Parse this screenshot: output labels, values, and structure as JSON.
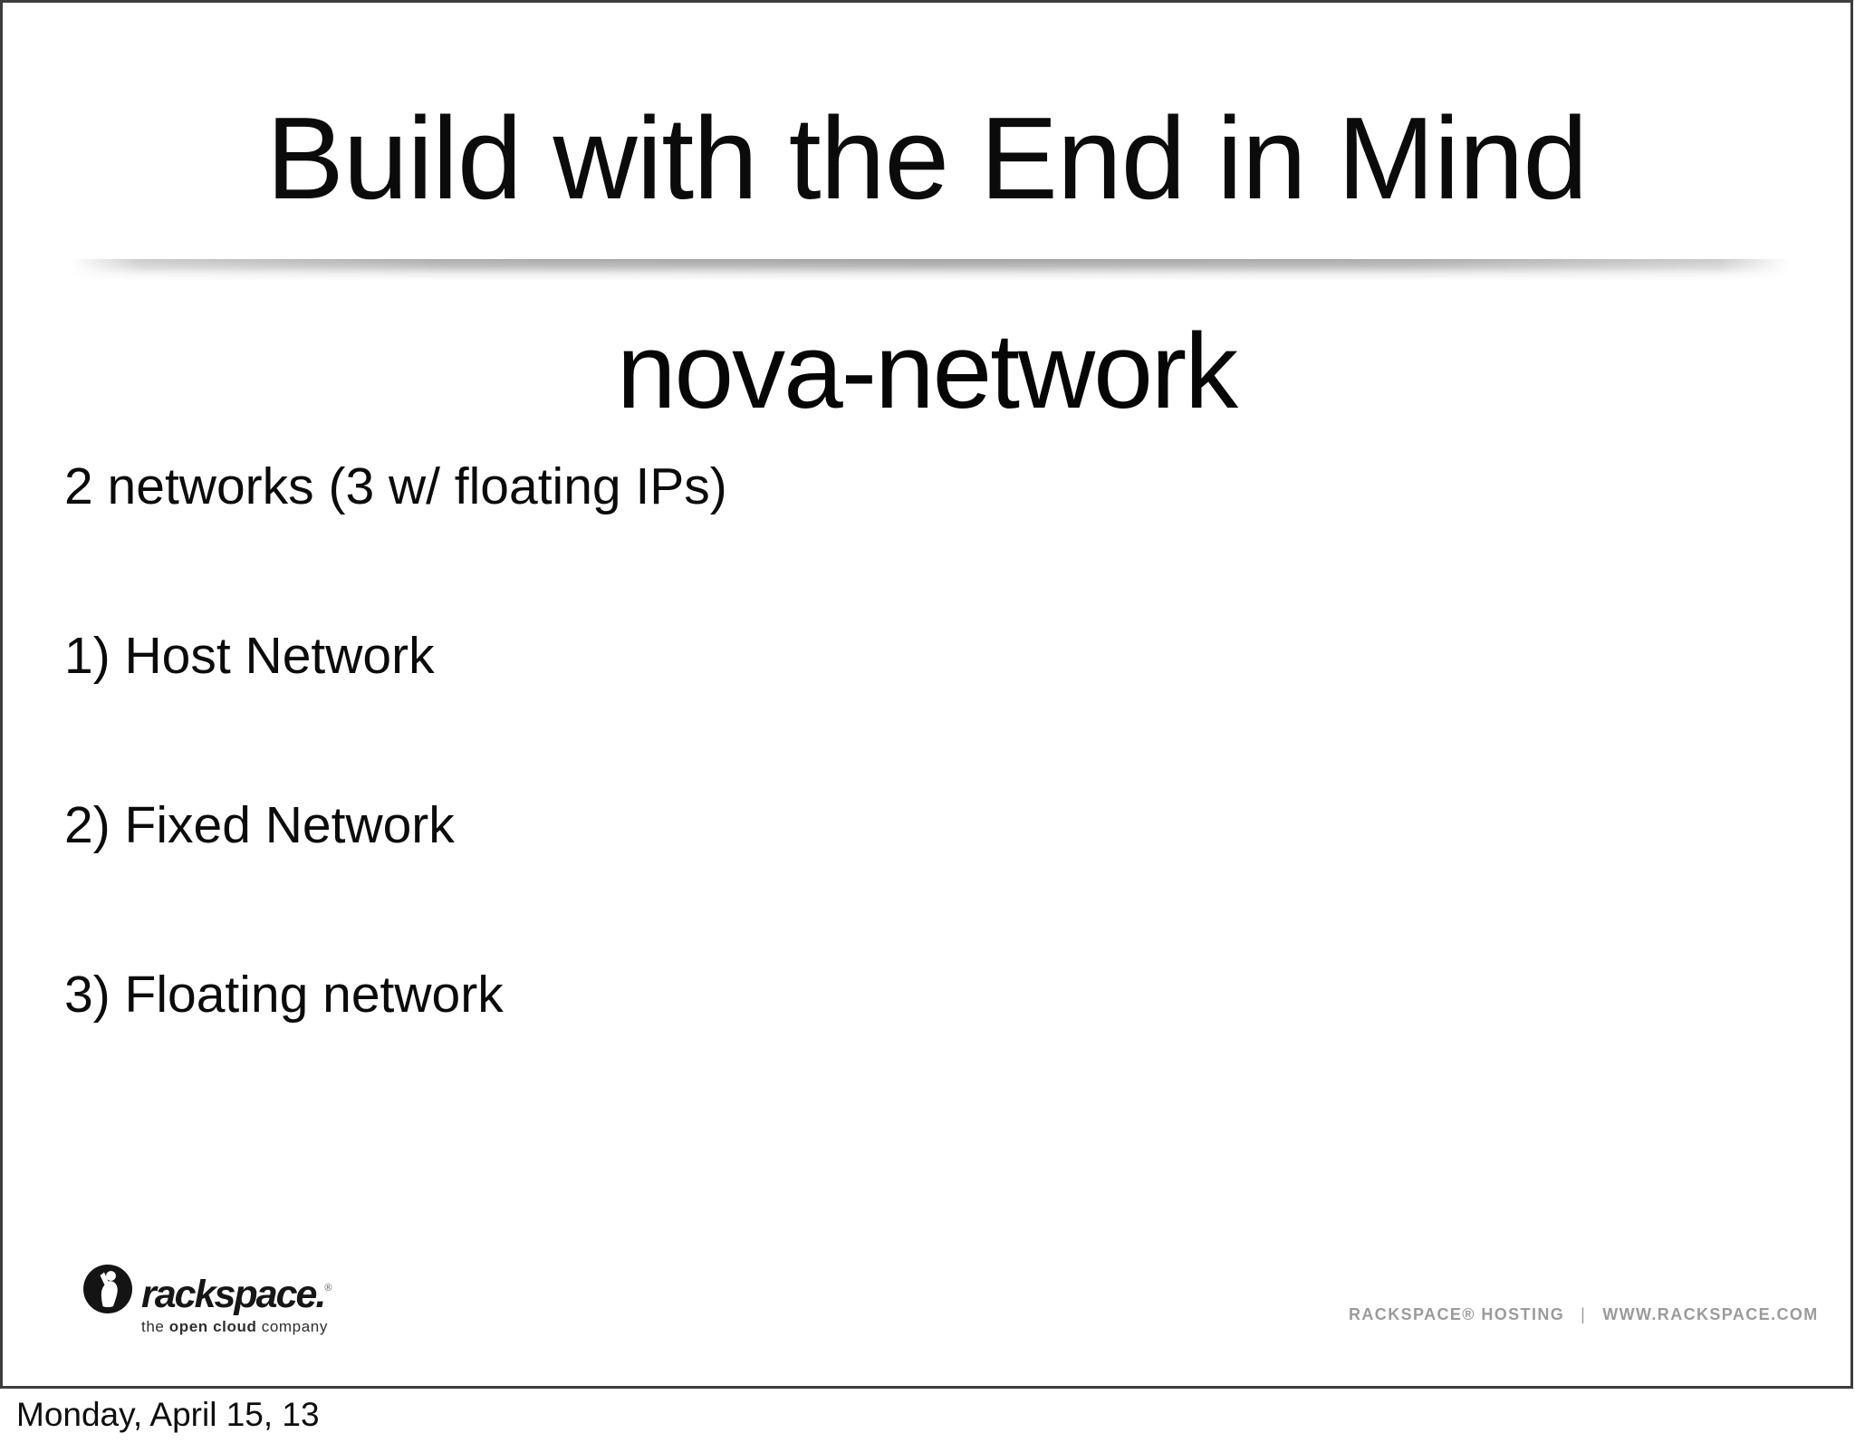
{
  "slide": {
    "title": "Build with the End in Mind",
    "subtitle": "nova-network",
    "body_lines": [
      "2 networks (3 w/ floating IPs)",
      "1) Host Network",
      "2) Fixed Network",
      "3) Floating network"
    ]
  },
  "footer": {
    "logo": {
      "wordmark": "rackspace.",
      "registered": "®",
      "tagline_pre": "the ",
      "tagline_bold": "open cloud",
      "tagline_post": " company"
    },
    "right": {
      "hosting": "RACKSPACE® HOSTING",
      "separator": "|",
      "website": "WWW.RACKSPACE.COM"
    }
  },
  "page": {
    "date_label": "Monday, April 15, 13"
  },
  "colors": {
    "text": "#0b0b0b",
    "footer_gray": "#9b9b9b",
    "slide_border": "#3d3d3d",
    "logo_black": "#141414"
  }
}
